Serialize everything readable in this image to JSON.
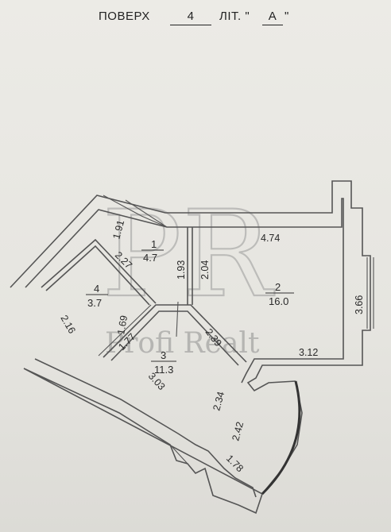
{
  "header": {
    "floor_label": "ПОВЕРХ",
    "floor_value": "4",
    "lit_label": "ЛІТ. \"",
    "lit_value": "А",
    "lit_close": "\""
  },
  "watermark": {
    "logo_letters": "PR",
    "text": "Profi Realt"
  },
  "rooms": [
    {
      "number": "1",
      "area": "4.7"
    },
    {
      "number": "2",
      "area": "16.0"
    },
    {
      "number": "3",
      "area": "11.3"
    },
    {
      "number": "4",
      "area": "3.7"
    }
  ],
  "dimensions": {
    "d191": "1.91",
    "d474": "4.74",
    "d227": "2.27",
    "d193": "1.93",
    "d204": "2.04",
    "d366": "3.66",
    "d216": "2.16",
    "d169": "1.69",
    "d177": "1.77",
    "d239": "2.39",
    "d312": "3.12",
    "d303": "3.03",
    "d234": "2.34",
    "d242": "2.42",
    "d178": "1.78"
  }
}
